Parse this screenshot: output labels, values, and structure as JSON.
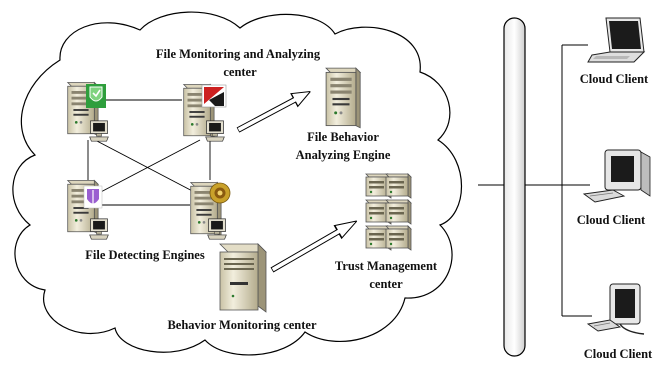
{
  "cloud_labels": {
    "file_center_line1": "File Monitoring and Analyzing",
    "file_center_line2": "center",
    "behavior_engine_line1": "File Behavior",
    "behavior_engine_line2": "Analyzing Engine",
    "detecting_engines": "File Detecting Engines",
    "trust_center_line1": "Trust Management",
    "trust_center_line2": "center",
    "behavior_center": "Behavior Monitoring center"
  },
  "clients": [
    {
      "label": "Cloud Client",
      "icon": "laptop-icon"
    },
    {
      "label": "Cloud Client",
      "icon": "desktop-pc-icon"
    },
    {
      "label": "Cloud Client",
      "icon": "lcd-pc-icon"
    }
  ],
  "colors": {
    "line": "#000000",
    "server_body": "#e8e3cf",
    "server_dark": "#9c9478",
    "badge_green": "#2e9e3c",
    "badge_red": "#cc2020",
    "badge_purple": "#9a5fd0",
    "badge_gold": "#c9a12a"
  }
}
